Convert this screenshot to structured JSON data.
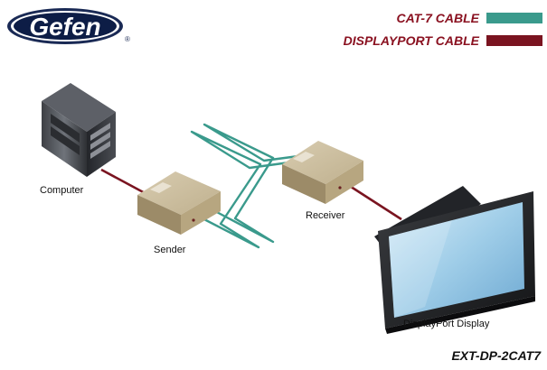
{
  "brand": {
    "name": "Gefen",
    "registered_mark": "®"
  },
  "legend": [
    {
      "label": "CAT-7 CABLE",
      "color": "#3a9a8c"
    },
    {
      "label": "DISPLAYPORT CABLE",
      "color": "#7a1420"
    }
  ],
  "devices": {
    "computer": "Computer",
    "sender": "Sender",
    "receiver": "Receiver",
    "display": "DisplayPort Display"
  },
  "model": "EXT-DP-2CAT7"
}
